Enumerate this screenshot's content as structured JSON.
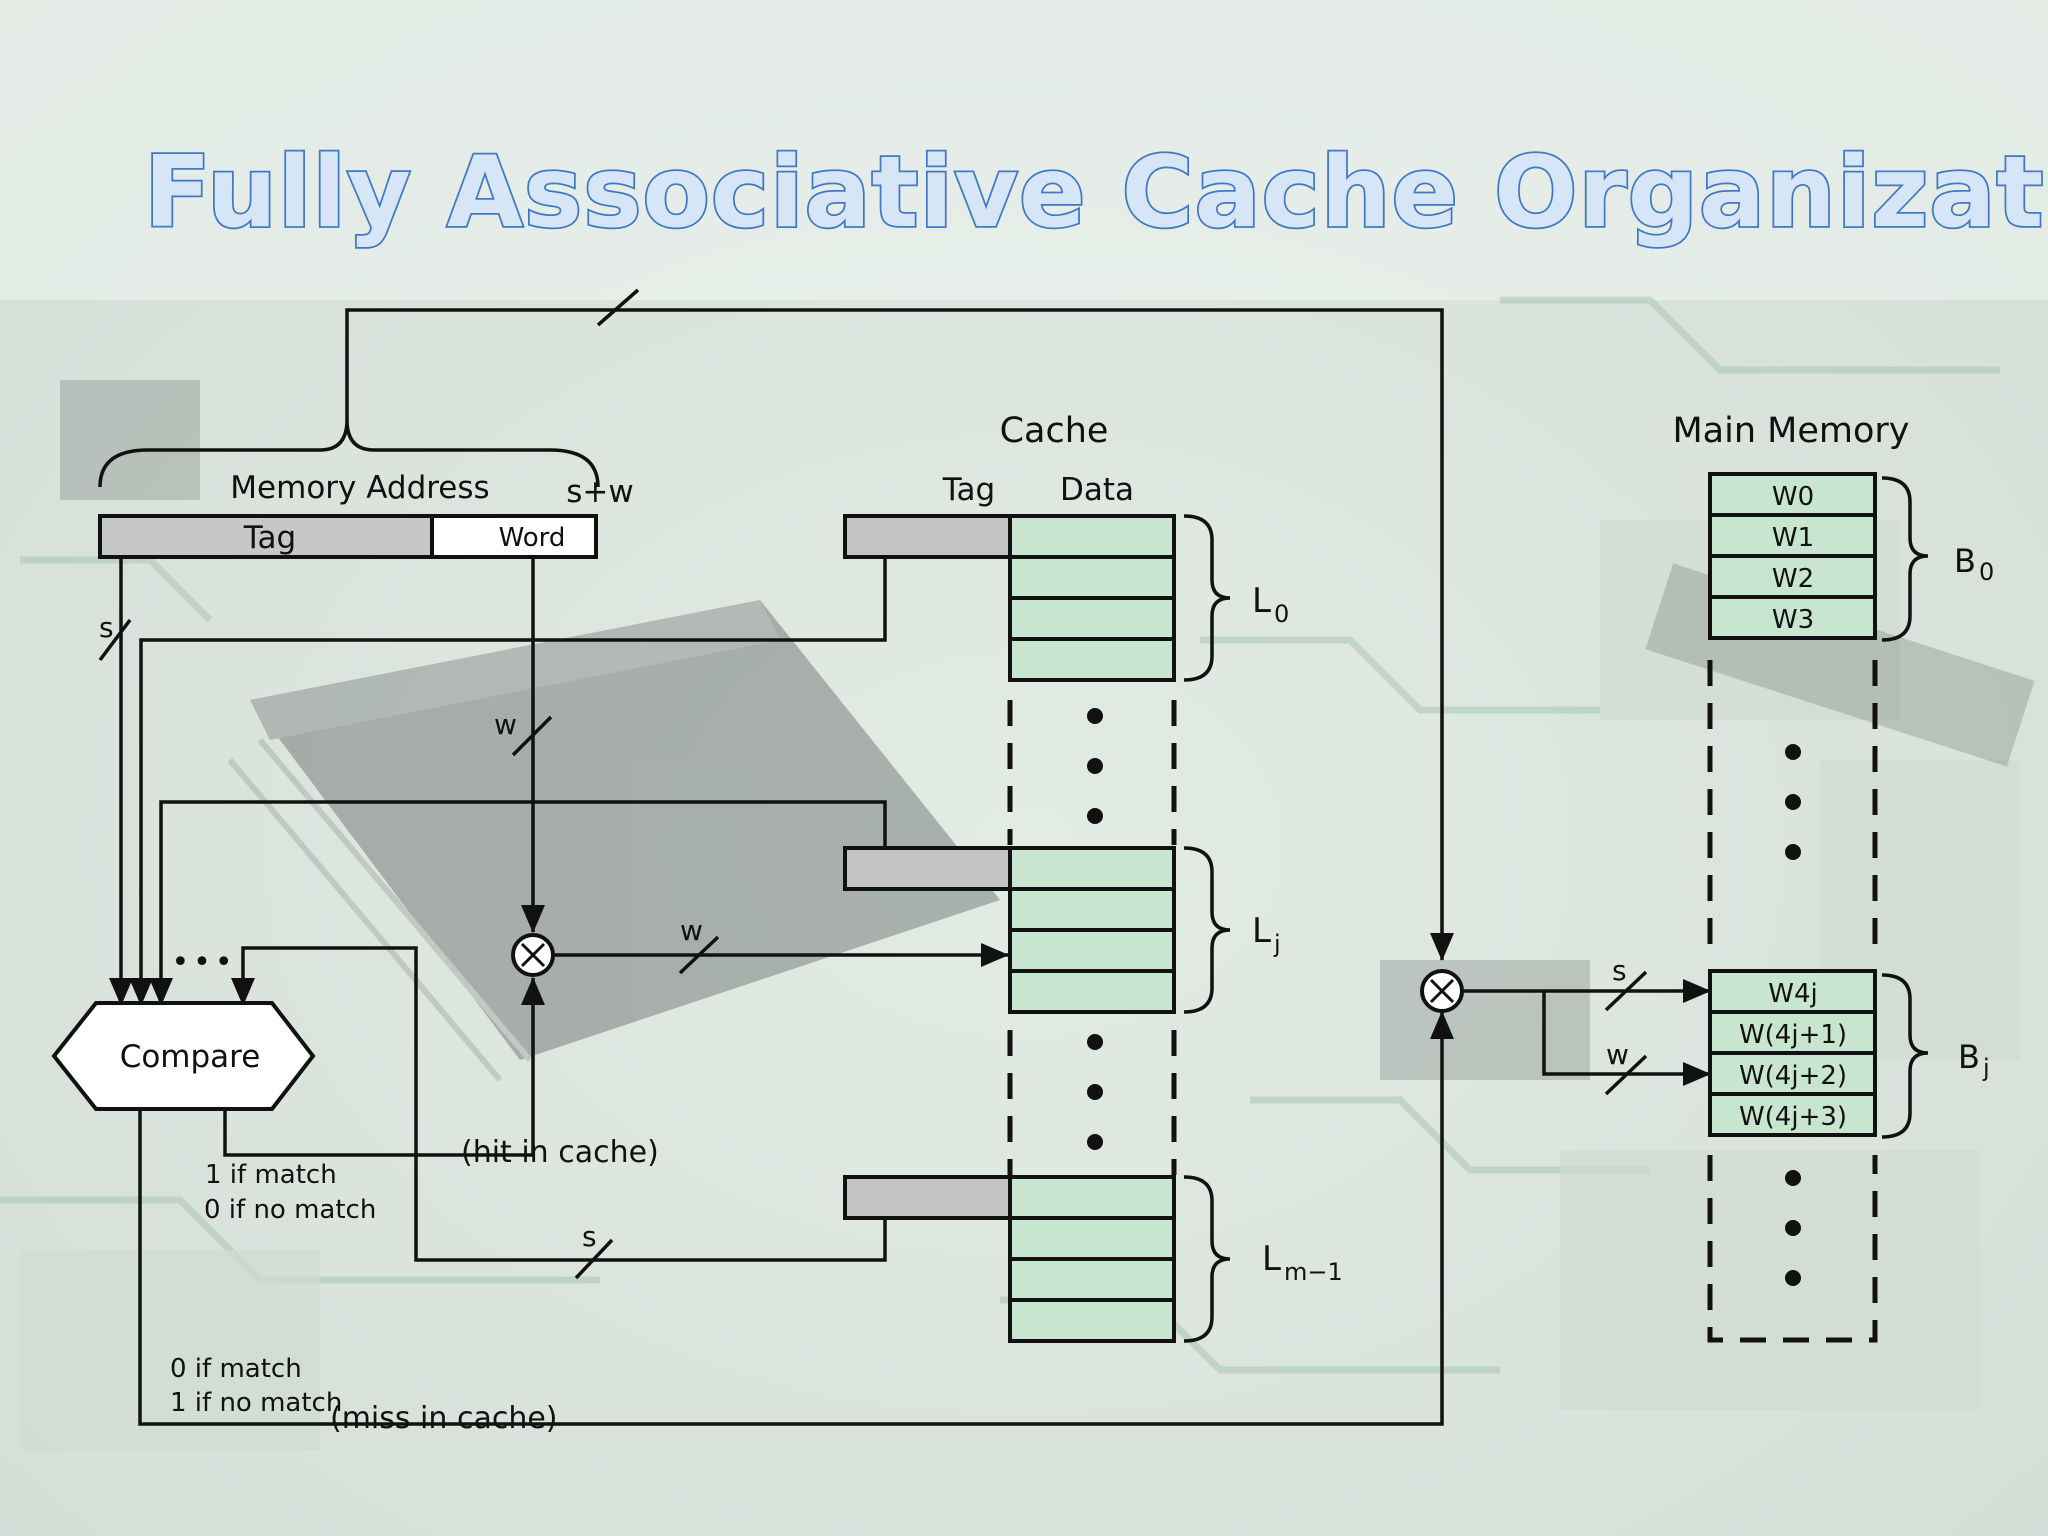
{
  "title": "Fully Associative Cache Organization",
  "address": {
    "label": "Memory Address",
    "tag": "Tag",
    "word": "Word",
    "bus_top": "s+w",
    "bus_tag": "s",
    "bus_word": "w"
  },
  "cache": {
    "title": "Cache",
    "tag_header": "Tag",
    "data_header": "Data",
    "lines": [
      {
        "name": "L",
        "sub": "0"
      },
      {
        "name": "L",
        "sub": "j"
      },
      {
        "name": "L",
        "sub": "m−1"
      }
    ],
    "word_bus": "w",
    "tag_bus": "s"
  },
  "compare": {
    "label": "Compare",
    "ellipsis": "•••",
    "hit": {
      "line1": "1 if match",
      "line2": "0 if no match",
      "text": "(hit in cache)"
    },
    "miss": {
      "line1": "0 if match",
      "line2": "1 if no match",
      "text": "(miss in cache)"
    }
  },
  "memory": {
    "title": "Main Memory",
    "block0": {
      "words": [
        "W0",
        "W1",
        "W2",
        "W3"
      ],
      "name": "B",
      "sub": "0"
    },
    "blockj": {
      "words": [
        "W4j",
        "W(4j+1)",
        "W(4j+2)",
        "W(4j+3)"
      ],
      "name": "B",
      "sub": "j"
    },
    "bus_s": "s",
    "bus_w": "w"
  },
  "colors": {
    "cell_fill": "#c8e6cf",
    "tag_fill": "#c4c4c4",
    "title_fill": "#d6e6f6",
    "title_stroke": "#3f78c6"
  },
  "icons": {
    "multiplexer": "circle-times-icon",
    "brace": "curly-brace-icon"
  }
}
